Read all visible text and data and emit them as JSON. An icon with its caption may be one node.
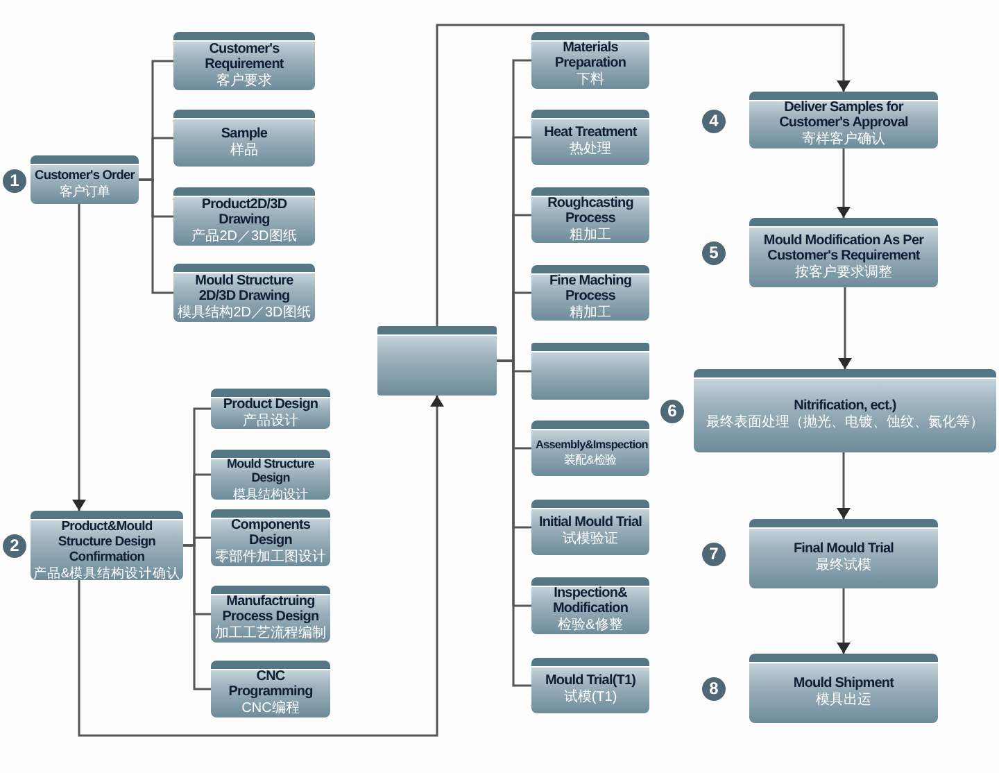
{
  "diagram": {
    "nodes": [
      {
        "text": [
          "Customer's Order",
          "客户订单"
        ],
        "beside": [
          "1"
        ]
      },
      {
        "text": [
          "Customer's Requirement",
          "客户要求"
        ]
      },
      {
        "text": [
          "Sample",
          "样品"
        ]
      },
      {
        "text": [
          "Product2D/3D Drawing",
          "产品2D／3D图纸"
        ]
      },
      {
        "text": [
          "Mould Structure 2D/3D Drawing",
          "模具结构2D／3D图纸"
        ]
      },
      {
        "text": [
          "Product&Mould Structure Design Confirmation",
          "产品&模具结构设计确认"
        ],
        "beside": [
          "2"
        ]
      },
      {
        "text": [
          "Product Design",
          "产品设计"
        ]
      },
      {
        "text": [
          "Mould Structure Design",
          "模具结构设计"
        ]
      },
      {
        "text": [
          "Components Design",
          "零部件加工图设计"
        ]
      },
      {
        "text": [
          "Manufactruing Process Design",
          "加工工艺流程编制"
        ]
      },
      {
        "text": [
          "CNC Programming",
          "CNC编程"
        ]
      },
      {
        "text": [],
        "shape": "box"
      },
      {
        "text": [
          "Materials Preparation",
          "下料"
        ]
      },
      {
        "text": [
          "Heat Treatment",
          "热处理"
        ]
      },
      {
        "text": [
          "Roughcasting Process",
          "粗加工"
        ]
      },
      {
        "text": [
          "Fine Maching Process",
          "精加工"
        ]
      },
      {
        "text": [],
        "shape": "box"
      },
      {
        "text": [
          "Assembly&Imspection",
          "装配&检验"
        ]
      },
      {
        "text": [
          "Initial Mould Trial",
          "试模验证"
        ]
      },
      {
        "text": [
          "Inspection& Modification",
          "检验&修整"
        ]
      },
      {
        "text": [
          "Mould Trial(T1)",
          "试模(T1)"
        ]
      },
      {
        "text": [
          "Deliver Samples for Customer's Approval",
          "寄样客户确认"
        ],
        "beside": [
          "4"
        ]
      },
      {
        "text": [
          "Mould Modification As Per Customer's Requirement",
          "按客户要求调整"
        ],
        "beside": [
          "5"
        ]
      },
      {
        "text": [
          "Nitrification, ect.)",
          "最终表面处理（抛光、电镀、蚀纹、氮化等）"
        ],
        "beside": [
          "6"
        ]
      },
      {
        "text": [
          "Final Mould Trial",
          "最终试模"
        ],
        "beside": [
          "7"
        ]
      },
      {
        "text": [
          "Mould Shipment",
          "模具出运"
        ],
        "beside": [
          "8"
        ]
      }
    ],
    "edges": [
      {
        "from": 0,
        "to": 1,
        "arrow": "none"
      },
      {
        "from": 0,
        "to": 2,
        "arrow": "none"
      },
      {
        "from": 0,
        "to": 3,
        "arrow": "none"
      },
      {
        "from": 0,
        "to": 4,
        "arrow": "none"
      },
      {
        "from": 0,
        "to": 5,
        "arrow": "to"
      },
      {
        "from": 5,
        "to": 6,
        "arrow": "none"
      },
      {
        "from": 5,
        "to": 7,
        "arrow": "none"
      },
      {
        "from": 5,
        "to": 8,
        "arrow": "none"
      },
      {
        "from": 5,
        "to": 9,
        "arrow": "none"
      },
      {
        "from": 5,
        "to": 10,
        "arrow": "none"
      },
      {
        "from": 5,
        "to": 11,
        "arrow": "to"
      },
      {
        "from": 11,
        "to": 12,
        "arrow": "none"
      },
      {
        "from": 11,
        "to": 13,
        "arrow": "none"
      },
      {
        "from": 11,
        "to": 14,
        "arrow": "none"
      },
      {
        "from": 11,
        "to": 15,
        "arrow": "none"
      },
      {
        "from": 11,
        "to": 16,
        "arrow": "none"
      },
      {
        "from": 11,
        "to": 17,
        "arrow": "none"
      },
      {
        "from": 11,
        "to": 18,
        "arrow": "none"
      },
      {
        "from": 11,
        "to": 19,
        "arrow": "none"
      },
      {
        "from": 11,
        "to": 20,
        "arrow": "none"
      },
      {
        "from": 11,
        "to": 21,
        "arrow": "to"
      },
      {
        "from": 21,
        "to": 22,
        "arrow": "to"
      },
      {
        "from": 22,
        "to": 23,
        "arrow": "to"
      },
      {
        "from": 23,
        "to": 24,
        "arrow": "to"
      },
      {
        "from": 24,
        "to": 25,
        "arrow": "to"
      }
    ]
  }
}
